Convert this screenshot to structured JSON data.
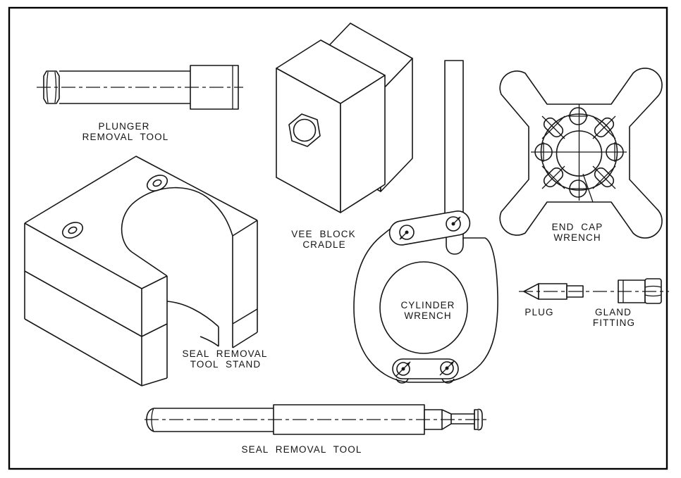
{
  "drawing": {
    "colors": {
      "line": "#161616",
      "background": "#ffffff"
    },
    "tools": {
      "plunger_removal_tool": {
        "label_lines": [
          "PLUNGER",
          "REMOVAL TOOL"
        ]
      },
      "vee_block_cradle": {
        "label_lines": [
          "VEE BLOCK",
          "CRADLE"
        ]
      },
      "end_cap_wrench": {
        "label_lines": [
          "END CAP",
          "WRENCH"
        ]
      },
      "seal_removal_tool_stand": {
        "label_lines": [
          "SEAL REMOVAL",
          "TOOL STAND"
        ]
      },
      "cylinder_wrench": {
        "label_lines": [
          "CYLINDER",
          "WRENCH"
        ]
      },
      "plug": {
        "label_lines": [
          "PLUG"
        ]
      },
      "gland_fitting": {
        "label_lines": [
          "GLAND",
          "FITTING"
        ]
      },
      "seal_removal_tool": {
        "label_lines": [
          "SEAL REMOVAL TOOL"
        ]
      }
    }
  }
}
